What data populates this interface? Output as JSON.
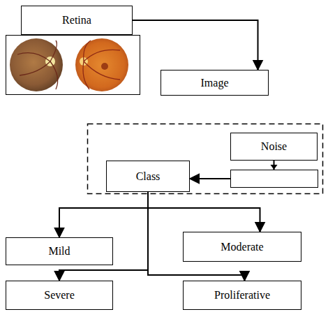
{
  "diagram": {
    "nodes": [
      {
        "text": [
          "Retina"
        ]
      },
      {
        "text": [
          "Image"
        ]
      },
      {
        "text": [
          "Noise"
        ]
      },
      {
        "text": [
          "Class"
        ]
      },
      {
        "text": [
          "Mild"
        ]
      },
      {
        "text": [
          "Moderate"
        ]
      },
      {
        "text": [
          "Severe"
        ]
      },
      {
        "text": [
          "Proliferative"
        ]
      }
    ],
    "edges": [
      {
        "from": 0,
        "to": 1,
        "arrow": "to"
      },
      {
        "from": 2,
        "to": 3,
        "arrow": "to"
      },
      {
        "from": 3,
        "to": 4,
        "arrow": "to"
      },
      {
        "from": 3,
        "to": 5,
        "arrow": "to"
      },
      {
        "from": 3,
        "to": 6,
        "arrow": "to"
      },
      {
        "from": 3,
        "to": 7,
        "arrow": "to"
      }
    ]
  }
}
